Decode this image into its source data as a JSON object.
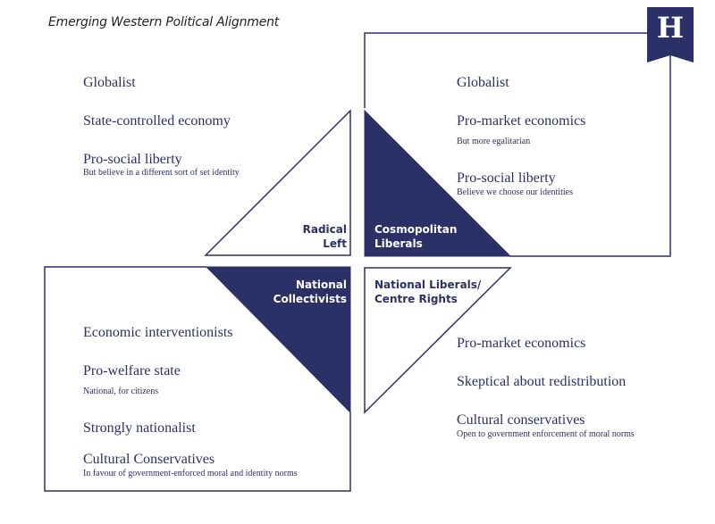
{
  "title": "Emerging Western Political Alignment",
  "logo_letter": "H",
  "colors": {
    "navy": "#2b3166",
    "text": "#2b3166",
    "title": "#222222"
  },
  "quadrants": {
    "radical_left": {
      "label": [
        "Radical",
        "Left"
      ],
      "items": [
        {
          "text": "Globalist",
          "sub": ""
        },
        {
          "text": "State-controlled economy",
          "sub": ""
        },
        {
          "text": "Pro-social liberty",
          "sub": "But believe in a different sort of set identity"
        }
      ]
    },
    "cosmopolitan_liberals": {
      "label": [
        "Cosmopolitan",
        "Liberals"
      ],
      "items": [
        {
          "text": "Globalist",
          "sub": ""
        },
        {
          "text": "Pro-market economics",
          "sub": "But more egalitarian"
        },
        {
          "text": "Pro-social liberty",
          "sub": "Believe we choose our identities"
        }
      ]
    },
    "national_collectivists": {
      "label": [
        "National",
        "Collectivists"
      ],
      "items": [
        {
          "text": "Economic interventionists",
          "sub": ""
        },
        {
          "text": "Pro-welfare state",
          "sub": "National, for citizens"
        },
        {
          "text": "Strongly nationalist",
          "sub": ""
        },
        {
          "text": "Cultural Conservatives",
          "sub": "In favour of government-enforced moral and identity norms"
        }
      ]
    },
    "national_liberals": {
      "label": [
        "National Liberals/",
        "Centre Rights"
      ],
      "items": [
        {
          "text": "Pro-market economics",
          "sub": ""
        },
        {
          "text": "Skeptical about redistribution",
          "sub": ""
        },
        {
          "text": "Cultural conservatives",
          "sub": "Open to government enforcement of moral norms"
        }
      ]
    }
  }
}
